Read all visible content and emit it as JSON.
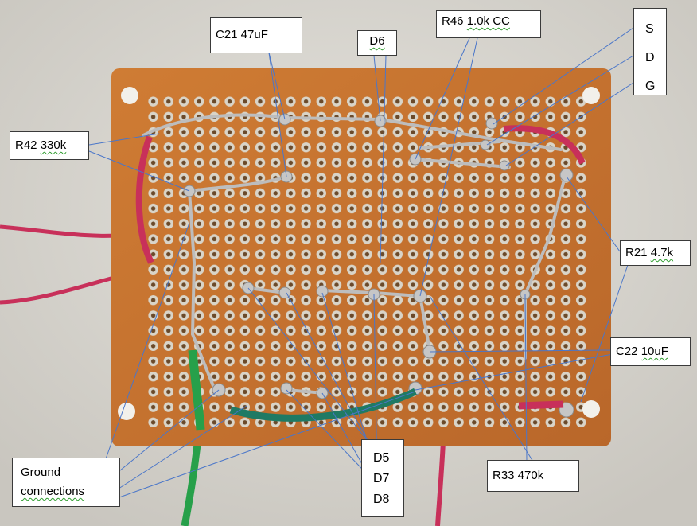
{
  "annotations": {
    "c21": "C21   47uF",
    "d6": "D6",
    "r46_prefix": "R46  ",
    "r46_value": "1.0k  CC",
    "s": "S",
    "d": "D",
    "g": "G",
    "r42_prefix": "R42  ",
    "r42_value": "330k",
    "r21_prefix": "R21  ",
    "r21_value": "4.7k",
    "c22_prefix": "C22  ",
    "c22_value": "10uF",
    "ground_line1": "Ground",
    "ground_line2": "connections",
    "d5": "D5",
    "d7": "D7",
    "d8": "D8",
    "r33": "R33  470k"
  },
  "colors": {
    "background": "#d9d6cf",
    "board": "#c9772f",
    "pad": "#d8d3c7",
    "wire_red": "#c8305a",
    "wire_green": "#27a04a",
    "wire_teal": "#1f7a64",
    "solder": "#b9b9b9",
    "leader_line": "#4a76c9"
  }
}
